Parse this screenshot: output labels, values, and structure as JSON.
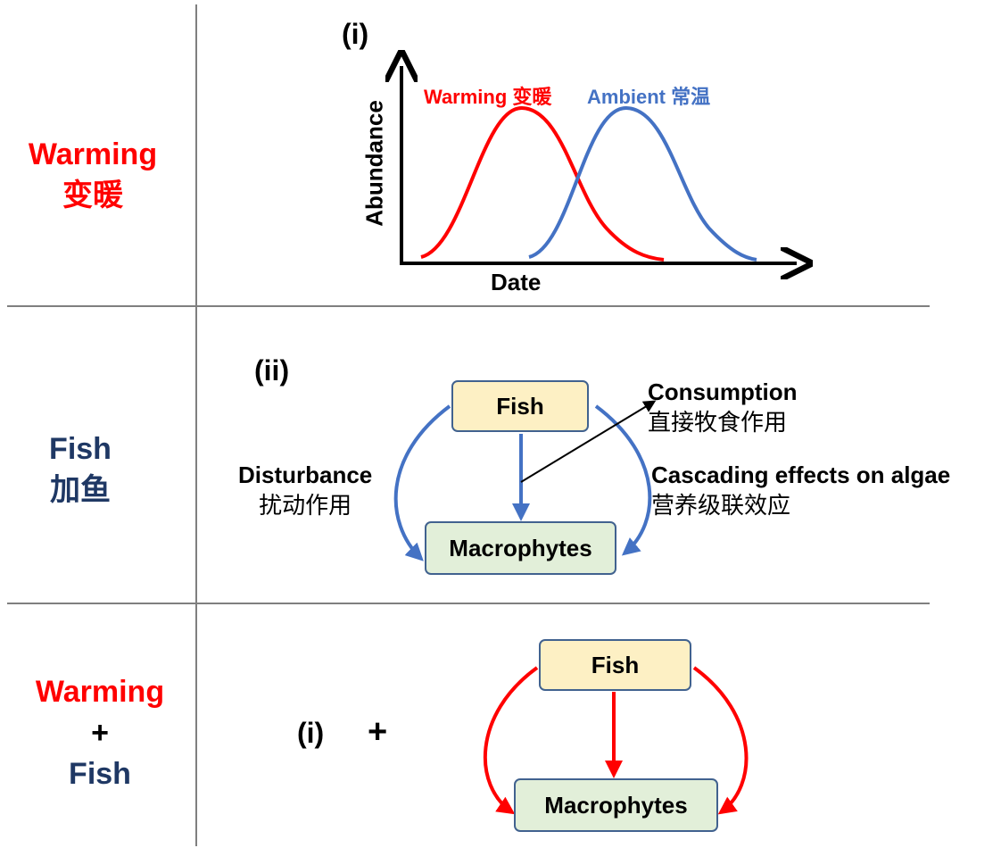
{
  "rows": [
    {
      "label_en": "Warming",
      "label_zh": "变暖"
    },
    {
      "label_en": "Fish",
      "label_zh": "加鱼"
    },
    {
      "label_en": "Warming",
      "label_plus": "+",
      "label_fish": "Fish"
    }
  ],
  "panel_i": {
    "tag": "(i)",
    "y_axis_label": "Abundance",
    "x_axis_label": "Date",
    "legend_warming": "Warming 变暖",
    "legend_ambient": "Ambient 常温"
  },
  "panel_ii": {
    "tag": "(ii)",
    "fish_label": "Fish",
    "macrophytes_label": "Macrophytes",
    "consumption_en": "Consumption",
    "consumption_zh": "直接牧食作用",
    "disturbance_en": "Disturbance",
    "disturbance_zh": "扰动作用",
    "cascading_en": "Cascading effects on algae",
    "cascading_zh": "营养级联效应"
  },
  "panel_iii": {
    "tag": "(i)",
    "plus": "+",
    "fish_label": "Fish",
    "macrophytes_label": "Macrophytes"
  },
  "colors": {
    "warming": "#ff0000",
    "ambient": "#4472c4",
    "fish_text": "#1f3864",
    "fish_box_fill": "#fdf0c4",
    "macrophytes_box_fill": "#e2efd9"
  }
}
